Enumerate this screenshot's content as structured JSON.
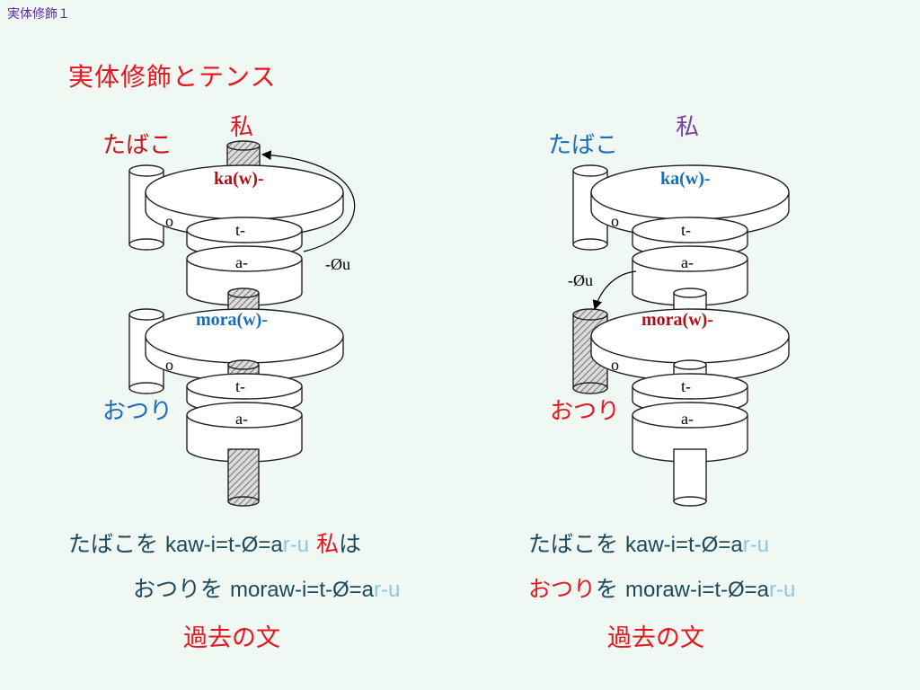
{
  "corner_label": "実体修飾１",
  "title": "実体修飾とテンス",
  "colors": {
    "red": "#e8141e",
    "blue": "#1a6cbc",
    "purple": "#7b3fa8",
    "darkred": "#b01018",
    "text": "#1d4a5c",
    "lightblue": "#8cc8e6"
  },
  "left_diagram": {
    "subject": "私",
    "object_label": "たばこ",
    "verb_top": "ka(w)-",
    "o_top": "o",
    "t_top": "t-",
    "a_top": "a-",
    "null_u": "-Øu",
    "verb_bottom": "mora(w)-",
    "o_bottom": "o",
    "t_bottom": "t-",
    "a_bottom": "a-",
    "object_bottom": "おつり"
  },
  "right_diagram": {
    "subject": "私",
    "object_label": "たばこ",
    "verb_top": "ka(w)-",
    "o_top": "o",
    "t_top": "t-",
    "a_top": "a-",
    "null_u": "-Øu",
    "verb_bottom": "mora(w)-",
    "o_bottom": "o",
    "t_bottom": "t-",
    "a_bottom": "a-",
    "object_bottom": "おつり"
  },
  "left_sentences": {
    "line1_jp": "たばこを",
    "line1_lat_a": "kaw-i=t-Ø=a",
    "line1_lat_b": "r-u",
    "line1_subject": "私",
    "line1_topic": "は",
    "line2_jp": "おつりを",
    "line2_lat_a": "moraw-i=t-Ø=a",
    "line2_lat_b": "r-u"
  },
  "right_sentences": {
    "line1_jp": "たばこを",
    "line1_lat_a": "kaw-i=t-Ø=a",
    "line1_lat_b": "r-u",
    "line2_head": "おつり",
    "line2_jp": "を",
    "line2_lat_a": "moraw-i=t-Ø=a",
    "line2_lat_b": "r-u"
  },
  "past_label_left": "過去の文",
  "past_label_right": "過去の文"
}
